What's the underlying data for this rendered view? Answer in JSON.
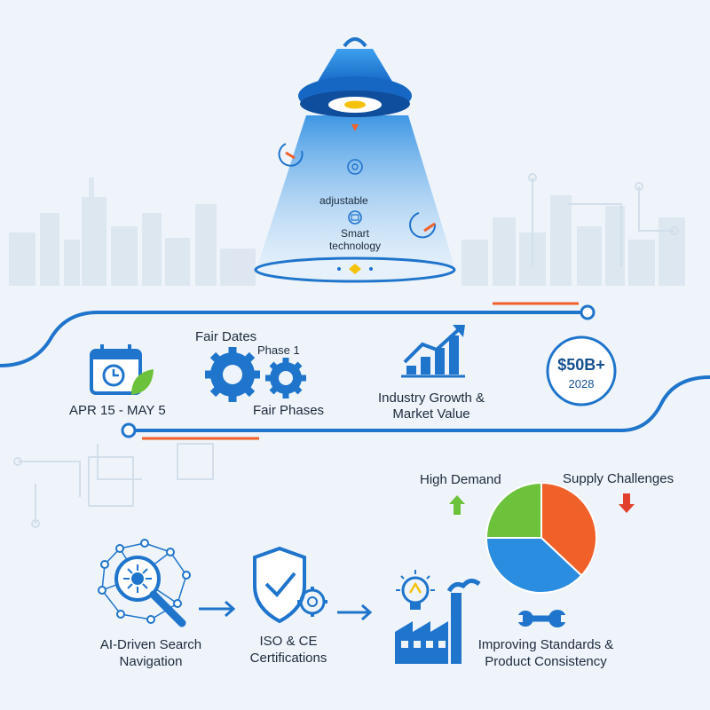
{
  "lamp": {
    "label_adjustable": "adjustable",
    "label_smart_line1": "Smart",
    "label_smart_line2": "technology"
  },
  "timeline": {
    "date_range": "APR 15 - MAY 5",
    "fair_dates": "Fair Dates",
    "phase": "Phase 1",
    "fair_phases": "Fair Phases",
    "growth_line1": "Industry Growth &",
    "growth_line2": "Market Value",
    "market_value": "$50B+",
    "market_year": "2028"
  },
  "pie": {
    "high_demand": "High Demand",
    "supply_challenges": "Supply Challenges",
    "slices": [
      {
        "color": "#f0612a",
        "share": 0.37
      },
      {
        "color": "#2b8de0",
        "share": 0.38
      },
      {
        "color": "#6cc23a",
        "share": 0.25
      }
    ]
  },
  "process": {
    "step1_line1": "AI-Driven Search",
    "step1_line2": "Navigation",
    "step2_line1": "ISO & CE",
    "step2_line2": "Certifications",
    "step3_line1": "Improving Standards &",
    "step3_line2": "Product Consistency"
  },
  "colors": {
    "primary_blue": "#1f74cc",
    "accent_orange": "#f0612a",
    "accent_green": "#6cc23a",
    "accent_red": "#e2402d",
    "lamp_yellow": "#f4c20d"
  }
}
